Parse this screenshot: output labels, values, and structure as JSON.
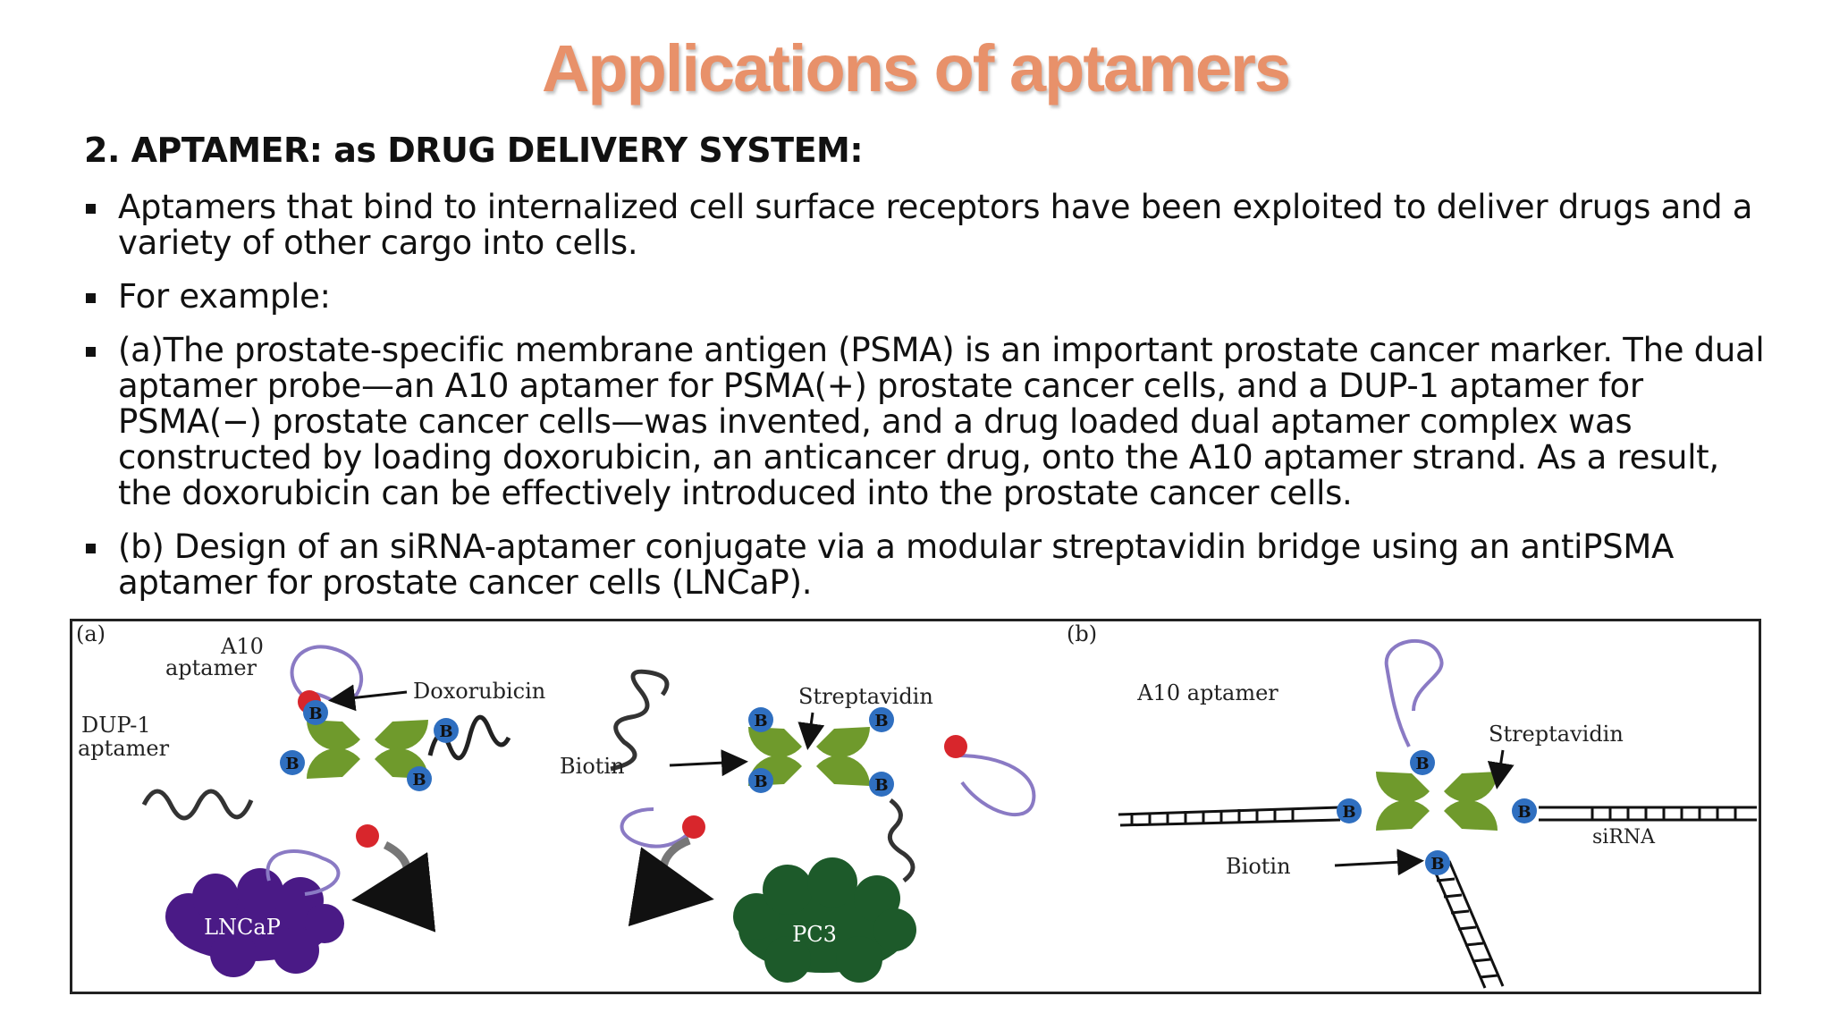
{
  "slide": {
    "title": "Applications of aptamers",
    "heading": "2. APTAMER: as DRUG DELIVERY SYSTEM:",
    "bullets": [
      "Aptamers that bind to internalized cell surface receptors have been exploited to deliver drugs and a variety of other cargo into cells.",
      "For example:",
      "(a)The prostate-specific membrane antigen (PSMA) is an important prostate cancer marker. The dual aptamer probe—an A10 aptamer for PSMA(+) prostate cancer cells, and a DUP-1 aptamer for PSMA(−) prostate cancer cells—was invented, and a drug loaded dual aptamer complex was constructed by loading doxorubicin, an anticancer drug, onto the A10 aptamer strand. As a result, the doxorubicin can be effectively introduced into the prostate cancer cells.",
      "(b) Design of an siRNA-aptamer conjugate via a modular streptavidin bridge using an antiPSMA aptamer for prostate cancer cells (LNCaP)."
    ]
  },
  "figure": {
    "panel_a": {
      "label": "(a)",
      "a10_line1": "A10",
      "a10_line2": "aptamer",
      "doxorubicin": "Doxorubicin",
      "dup1_line1": "DUP-1",
      "dup1_line2": "aptamer",
      "biotin": "Biotin",
      "streptavidin": "Streptavidin",
      "cell1": "LNCaP",
      "cell2": "PC3",
      "biotin_marker": "B"
    },
    "panel_b": {
      "label": "(b)",
      "a10": "A10 aptamer",
      "streptavidin": "Streptavidin",
      "biotin": "Biotin",
      "sirna": "siRNA",
      "biotin_marker": "B"
    },
    "colors": {
      "title": "#e8916a",
      "streptavidin": "#6f9a2c",
      "biotin": "#2f6fc0",
      "aptamer_loop": "#8a7ac4",
      "drug": "#d8262c",
      "lncap": "#4a1a86",
      "pc3": "#1d5a2a"
    }
  }
}
